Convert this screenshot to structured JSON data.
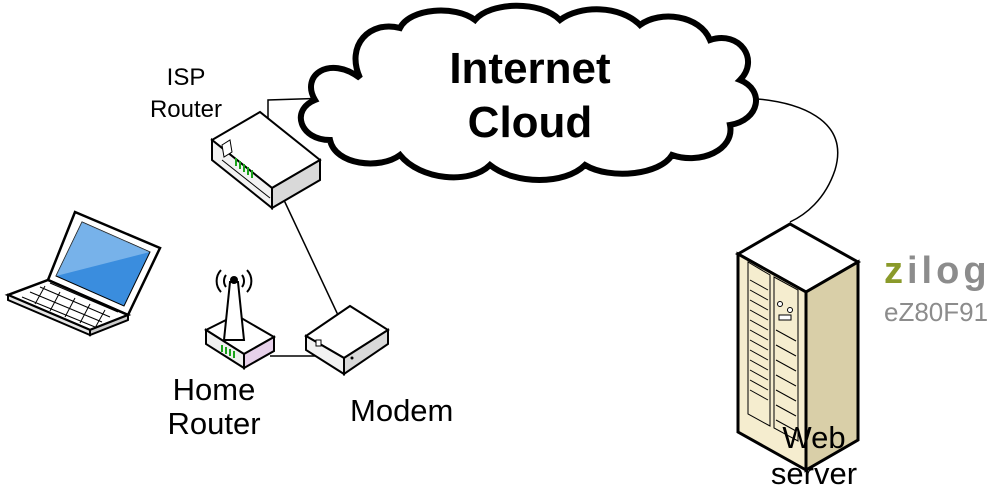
{
  "cloud": {
    "line1": "Internet",
    "line2": "Cloud"
  },
  "isp_router": {
    "line1": "ISP",
    "line2": "Router"
  },
  "home_router": {
    "line1": "Home",
    "line2": "Router"
  },
  "modem": {
    "label": "Modem"
  },
  "web_server": {
    "line1": "Web",
    "line2": "server"
  },
  "brand": {
    "logo_first": "z",
    "logo_rest": "ilog",
    "chip": "eZ80F91"
  }
}
